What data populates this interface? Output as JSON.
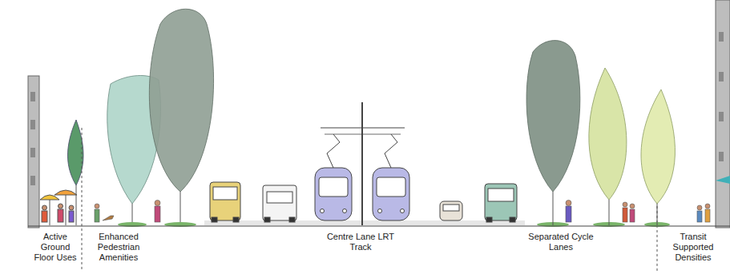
{
  "diagram": {
    "labels": [
      "Active Ground Floor Uses",
      "Enhanced Pedestrian Amenities",
      "Centre Lane LRT Track",
      "Separated Cycle Lanes",
      "Transit Supported Densities"
    ]
  }
}
